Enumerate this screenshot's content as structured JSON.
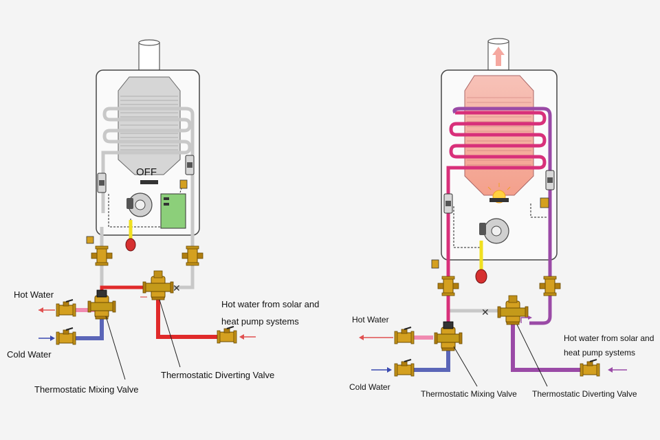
{
  "left_diagram": {
    "state_text": "OFF",
    "labels": {
      "hot_water": "Hot Water",
      "cold_water": "Cold Water",
      "solar_line1": "Hot water from solar and",
      "solar_line2": "heat pump systems",
      "mixing_valve": "Thermostatic Mixing Valve",
      "diverting_valve": "Thermostatic Diverting Valve"
    }
  },
  "right_diagram": {
    "labels": {
      "hot_water": "Hot Water",
      "cold_water": "Cold Water",
      "solar_line1": "Hot water from solar and",
      "solar_line2": "heat pump systems",
      "mixing_valve": "Thermostatic Mixing Valve",
      "diverting_valve": "Thermostatic Diverting Valve"
    }
  },
  "colors": {
    "hot_pipe": "#e02a2a",
    "hot_outlet_pipe": "#f08ab0",
    "cold_pipe": "#5b66b8",
    "solar_pipe": "#9a4aa6",
    "idle_pipe": "#c8c8c8",
    "gas_pipe": "#f0e020",
    "control_board": "#8ccf7a",
    "heat_glow": "#f5a090",
    "valve_brass": "#d4a020"
  }
}
